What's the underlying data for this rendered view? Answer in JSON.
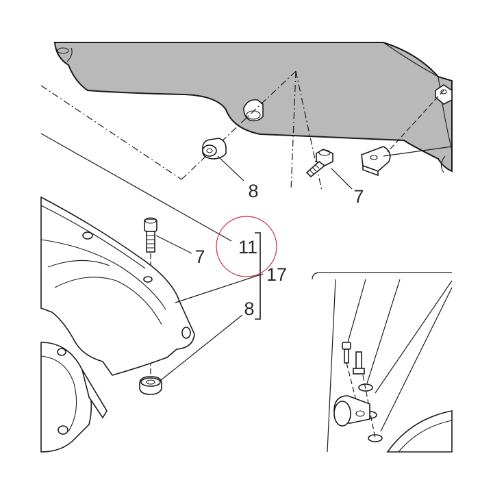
{
  "callouts": {
    "c8_top": "8",
    "c7_top": "7",
    "c7_mid": "7",
    "c11": "11",
    "c17": "17",
    "c8_mid": "8"
  },
  "colors": {
    "panel_fill": "#b9b9b9",
    "line": "#1a1a1a",
    "highlight_circle": "#c0314a",
    "background": "#ffffff"
  }
}
